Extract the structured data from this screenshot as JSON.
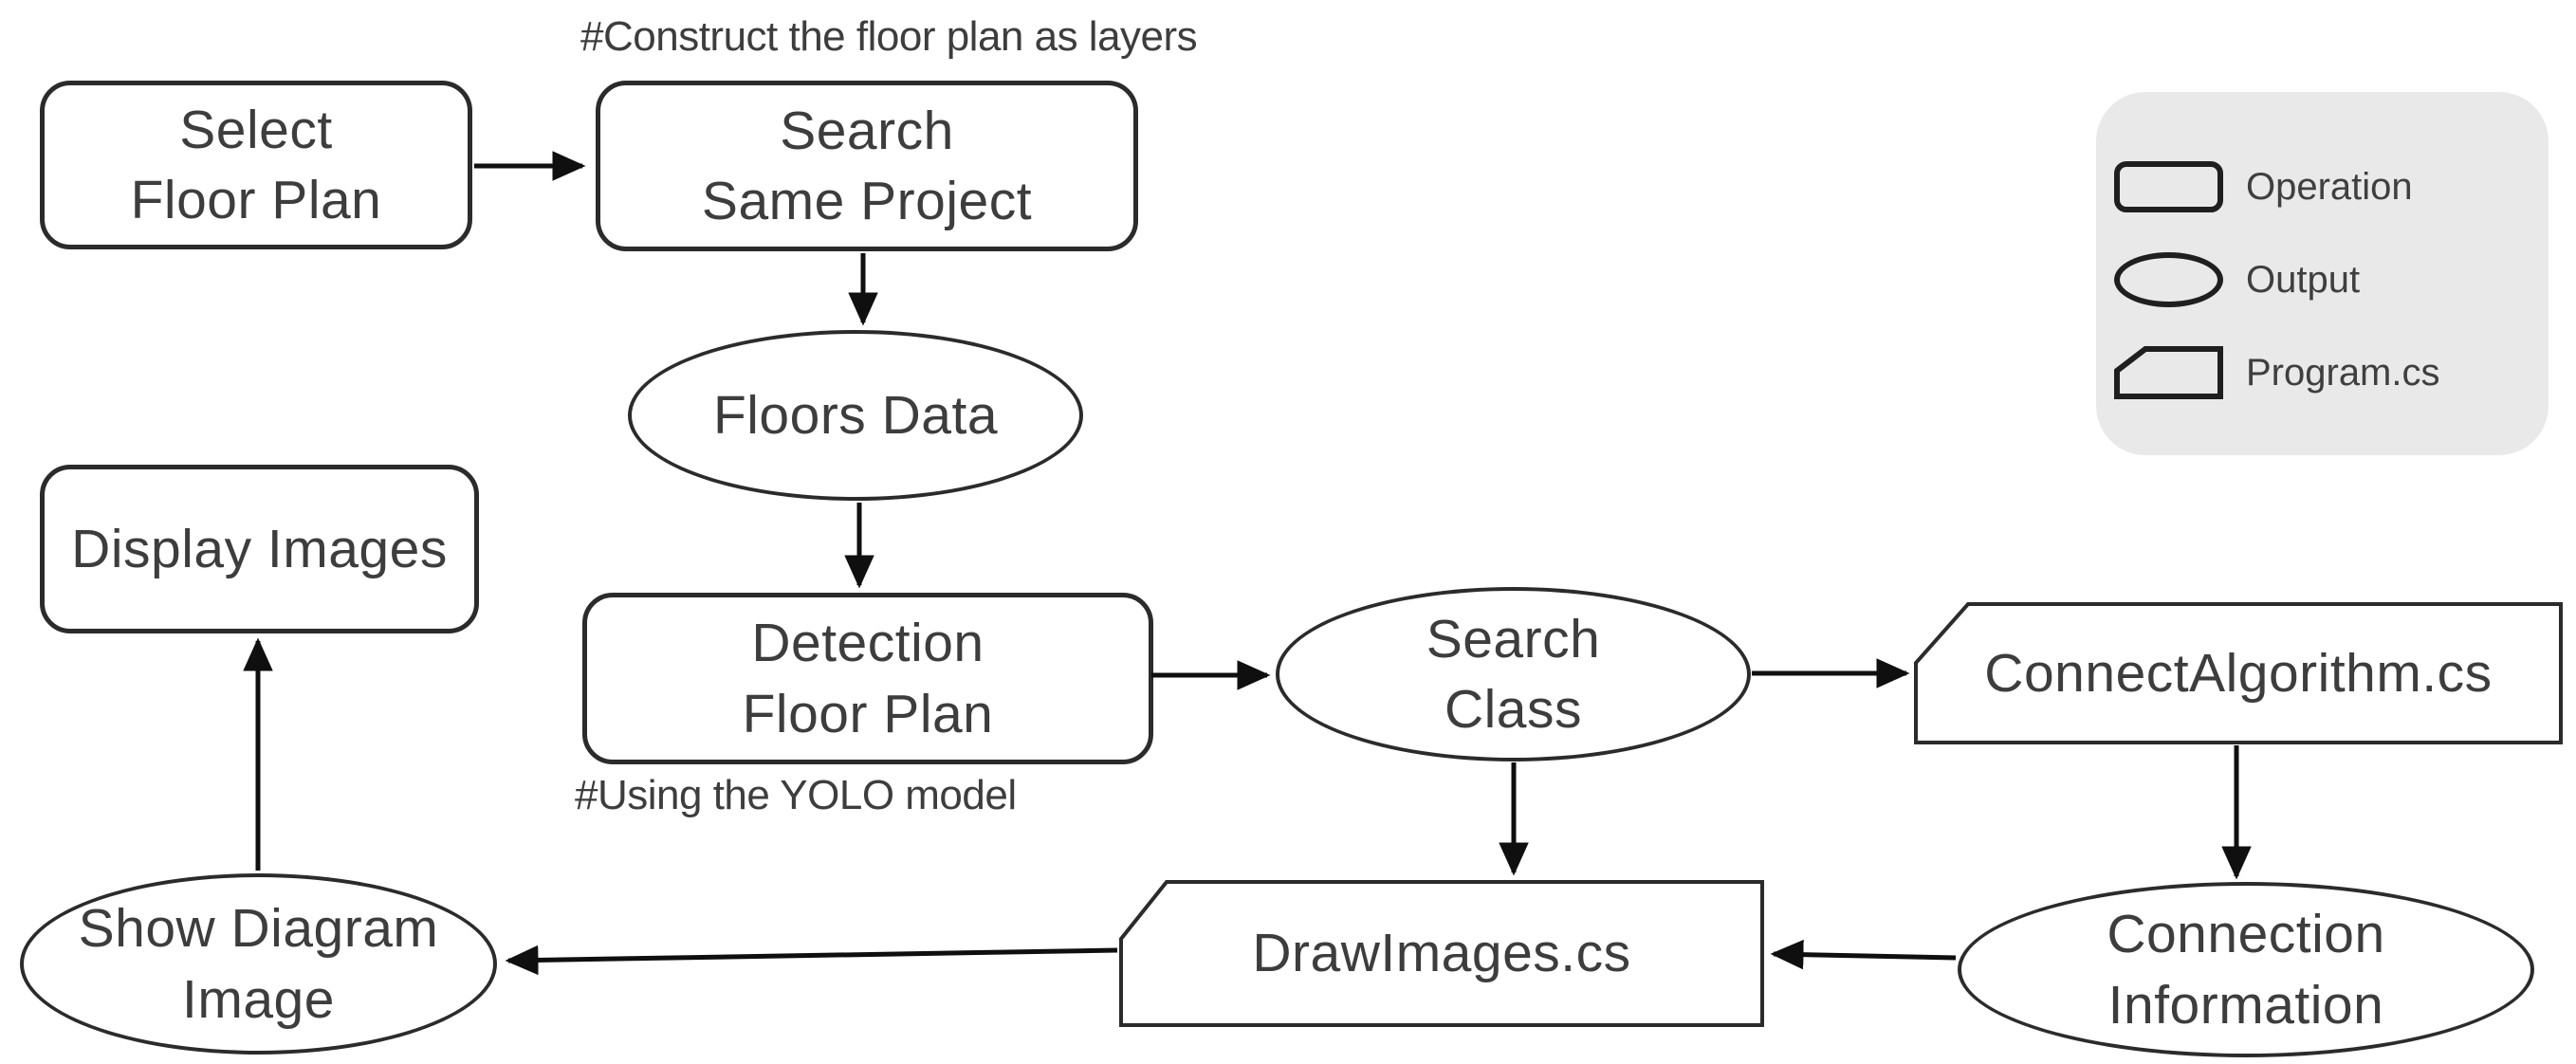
{
  "diagram": {
    "colors": {
      "background": "#ffffff",
      "node_fill": "#ffffff",
      "border": "#2b2b2b",
      "text": "#3d3d3d",
      "arrow": "#0f0f0f",
      "legend_background": "#e9e9e9"
    },
    "nodes": [
      {
        "id": "select-floor-plan",
        "type": "operation",
        "lines": [
          "Select",
          "Floor Plan"
        ]
      },
      {
        "id": "search-same-project",
        "type": "operation",
        "lines": [
          "Search",
          "Same Project"
        ]
      },
      {
        "id": "floors-data",
        "type": "output",
        "lines": [
          "Floors Data"
        ]
      },
      {
        "id": "display-images",
        "type": "operation",
        "lines": [
          "Display Images"
        ]
      },
      {
        "id": "detection-floor-plan",
        "type": "operation",
        "lines": [
          "Detection",
          "Floor Plan"
        ]
      },
      {
        "id": "search-class",
        "type": "output",
        "lines": [
          "Search",
          "Class"
        ]
      },
      {
        "id": "connect-algorithm",
        "type": "program",
        "lines": [
          "ConnectAlgorithm.cs"
        ]
      },
      {
        "id": "draw-images",
        "type": "program",
        "lines": [
          "DrawImages.cs"
        ]
      },
      {
        "id": "connection-information",
        "type": "output",
        "lines": [
          "Connection",
          "Information"
        ]
      },
      {
        "id": "show-diagram-image",
        "type": "output",
        "lines": [
          "Show Diagram",
          "Image"
        ]
      }
    ],
    "annotations": [
      {
        "text": "#Construct the floor plan as layers"
      },
      {
        "text": "#Using the YOLO model"
      }
    ],
    "edges": [
      {
        "from": "select-floor-plan",
        "to": "search-same-project"
      },
      {
        "from": "search-same-project",
        "to": "floors-data"
      },
      {
        "from": "floors-data",
        "to": "detection-floor-plan"
      },
      {
        "from": "detection-floor-plan",
        "to": "search-class"
      },
      {
        "from": "search-class",
        "to": "connect-algorithm"
      },
      {
        "from": "search-class",
        "to": "draw-images"
      },
      {
        "from": "connect-algorithm",
        "to": "connection-information"
      },
      {
        "from": "connection-information",
        "to": "draw-images"
      },
      {
        "from": "draw-images",
        "to": "show-diagram-image"
      },
      {
        "from": "show-diagram-image",
        "to": "display-images"
      }
    ],
    "legend": {
      "items": [
        {
          "shape": "operation",
          "label": "Operation"
        },
        {
          "shape": "output",
          "label": "Output"
        },
        {
          "shape": "program",
          "label": "Program.cs"
        }
      ]
    }
  }
}
